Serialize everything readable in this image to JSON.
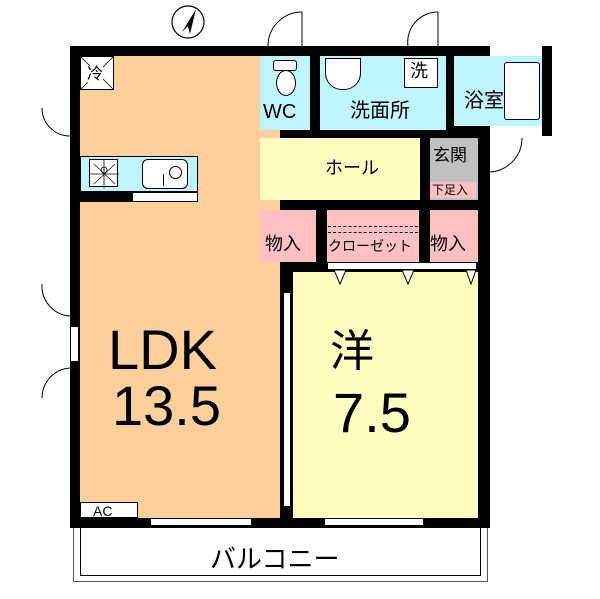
{
  "floorplan": {
    "colors": {
      "ldk": "#fdcf9c",
      "western": "#fefec0",
      "wet": "#c0f4fe",
      "hall": "#fefec0",
      "storage": "#fec0c0",
      "entrance": "#c0c0c0",
      "balcony": "#ffffff",
      "wall": "#000000"
    },
    "compass": {
      "icon": "north-arrow-icon"
    },
    "rooms": {
      "ldk": {
        "name": "LDK",
        "size": "13.5"
      },
      "western": {
        "name": "洋",
        "size": "7.5"
      },
      "wc": {
        "name": "WC"
      },
      "washroom": {
        "name": "洗面所",
        "washer": "洗"
      },
      "bath": {
        "name": "浴室"
      },
      "hall": {
        "name": "ホール"
      },
      "entrance": {
        "name": "玄関",
        "shoe_box": "下足入"
      },
      "storage_left": {
        "name": "物入"
      },
      "closet": {
        "name": "クローゼット"
      },
      "storage_right": {
        "name": "物入"
      },
      "balcony": {
        "name": "バルコニー"
      }
    },
    "fixtures": {
      "fridge": "冷",
      "aircon": "AC"
    }
  }
}
